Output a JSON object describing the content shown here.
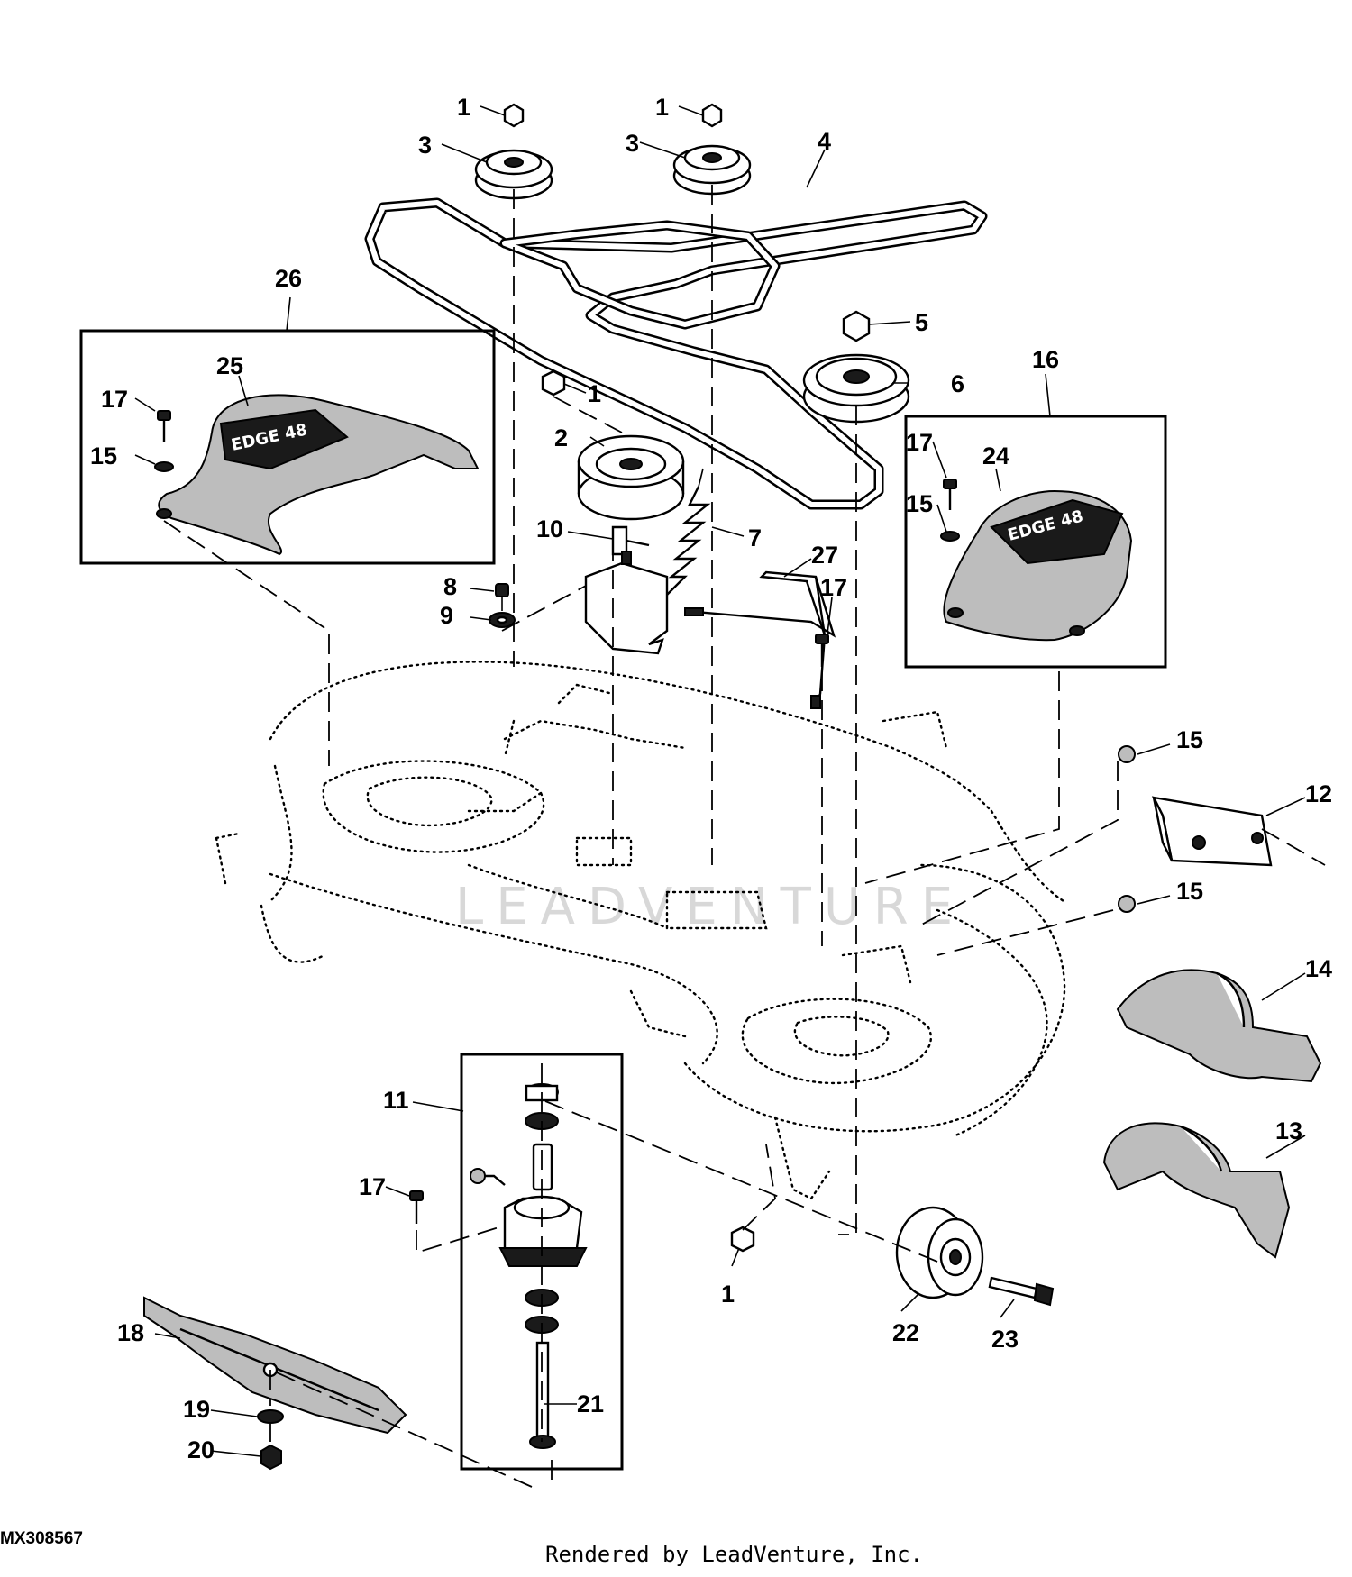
{
  "diagram_id": "MX308567",
  "footer": "Rendered by LeadVenture, Inc.",
  "watermark": "LEADVENTURE",
  "shield_text": "EDGE 48",
  "callouts": [
    {
      "key": "c1a",
      "label": "1"
    },
    {
      "key": "c1b",
      "label": "1"
    },
    {
      "key": "c1c",
      "label": "1"
    },
    {
      "key": "c1d",
      "label": "1"
    },
    {
      "key": "c3a",
      "label": "3"
    },
    {
      "key": "c3b",
      "label": "3"
    },
    {
      "key": "c4",
      "label": "4"
    },
    {
      "key": "c5",
      "label": "5"
    },
    {
      "key": "c6",
      "label": "6"
    },
    {
      "key": "c26",
      "label": "26"
    },
    {
      "key": "c25",
      "label": "25"
    },
    {
      "key": "c17a",
      "label": "17"
    },
    {
      "key": "c15a",
      "label": "15"
    },
    {
      "key": "c2",
      "label": "2"
    },
    {
      "key": "c16",
      "label": "16"
    },
    {
      "key": "c17b",
      "label": "17"
    },
    {
      "key": "c24",
      "label": "24"
    },
    {
      "key": "c15b",
      "label": "15"
    },
    {
      "key": "c10",
      "label": "10"
    },
    {
      "key": "c7",
      "label": "7"
    },
    {
      "key": "c27",
      "label": "27"
    },
    {
      "key": "c8",
      "label": "8"
    },
    {
      "key": "c9",
      "label": "9"
    },
    {
      "key": "c17c",
      "label": "17"
    },
    {
      "key": "c15c",
      "label": "15"
    },
    {
      "key": "c12",
      "label": "12"
    },
    {
      "key": "c15d",
      "label": "15"
    },
    {
      "key": "c14",
      "label": "14"
    },
    {
      "key": "c11",
      "label": "11"
    },
    {
      "key": "c13",
      "label": "13"
    },
    {
      "key": "c17d",
      "label": "17"
    },
    {
      "key": "c18",
      "label": "18"
    },
    {
      "key": "c21",
      "label": "21"
    },
    {
      "key": "c19",
      "label": "19"
    },
    {
      "key": "c20",
      "label": "20"
    },
    {
      "key": "c22",
      "label": "22"
    },
    {
      "key": "c23",
      "label": "23"
    }
  ]
}
